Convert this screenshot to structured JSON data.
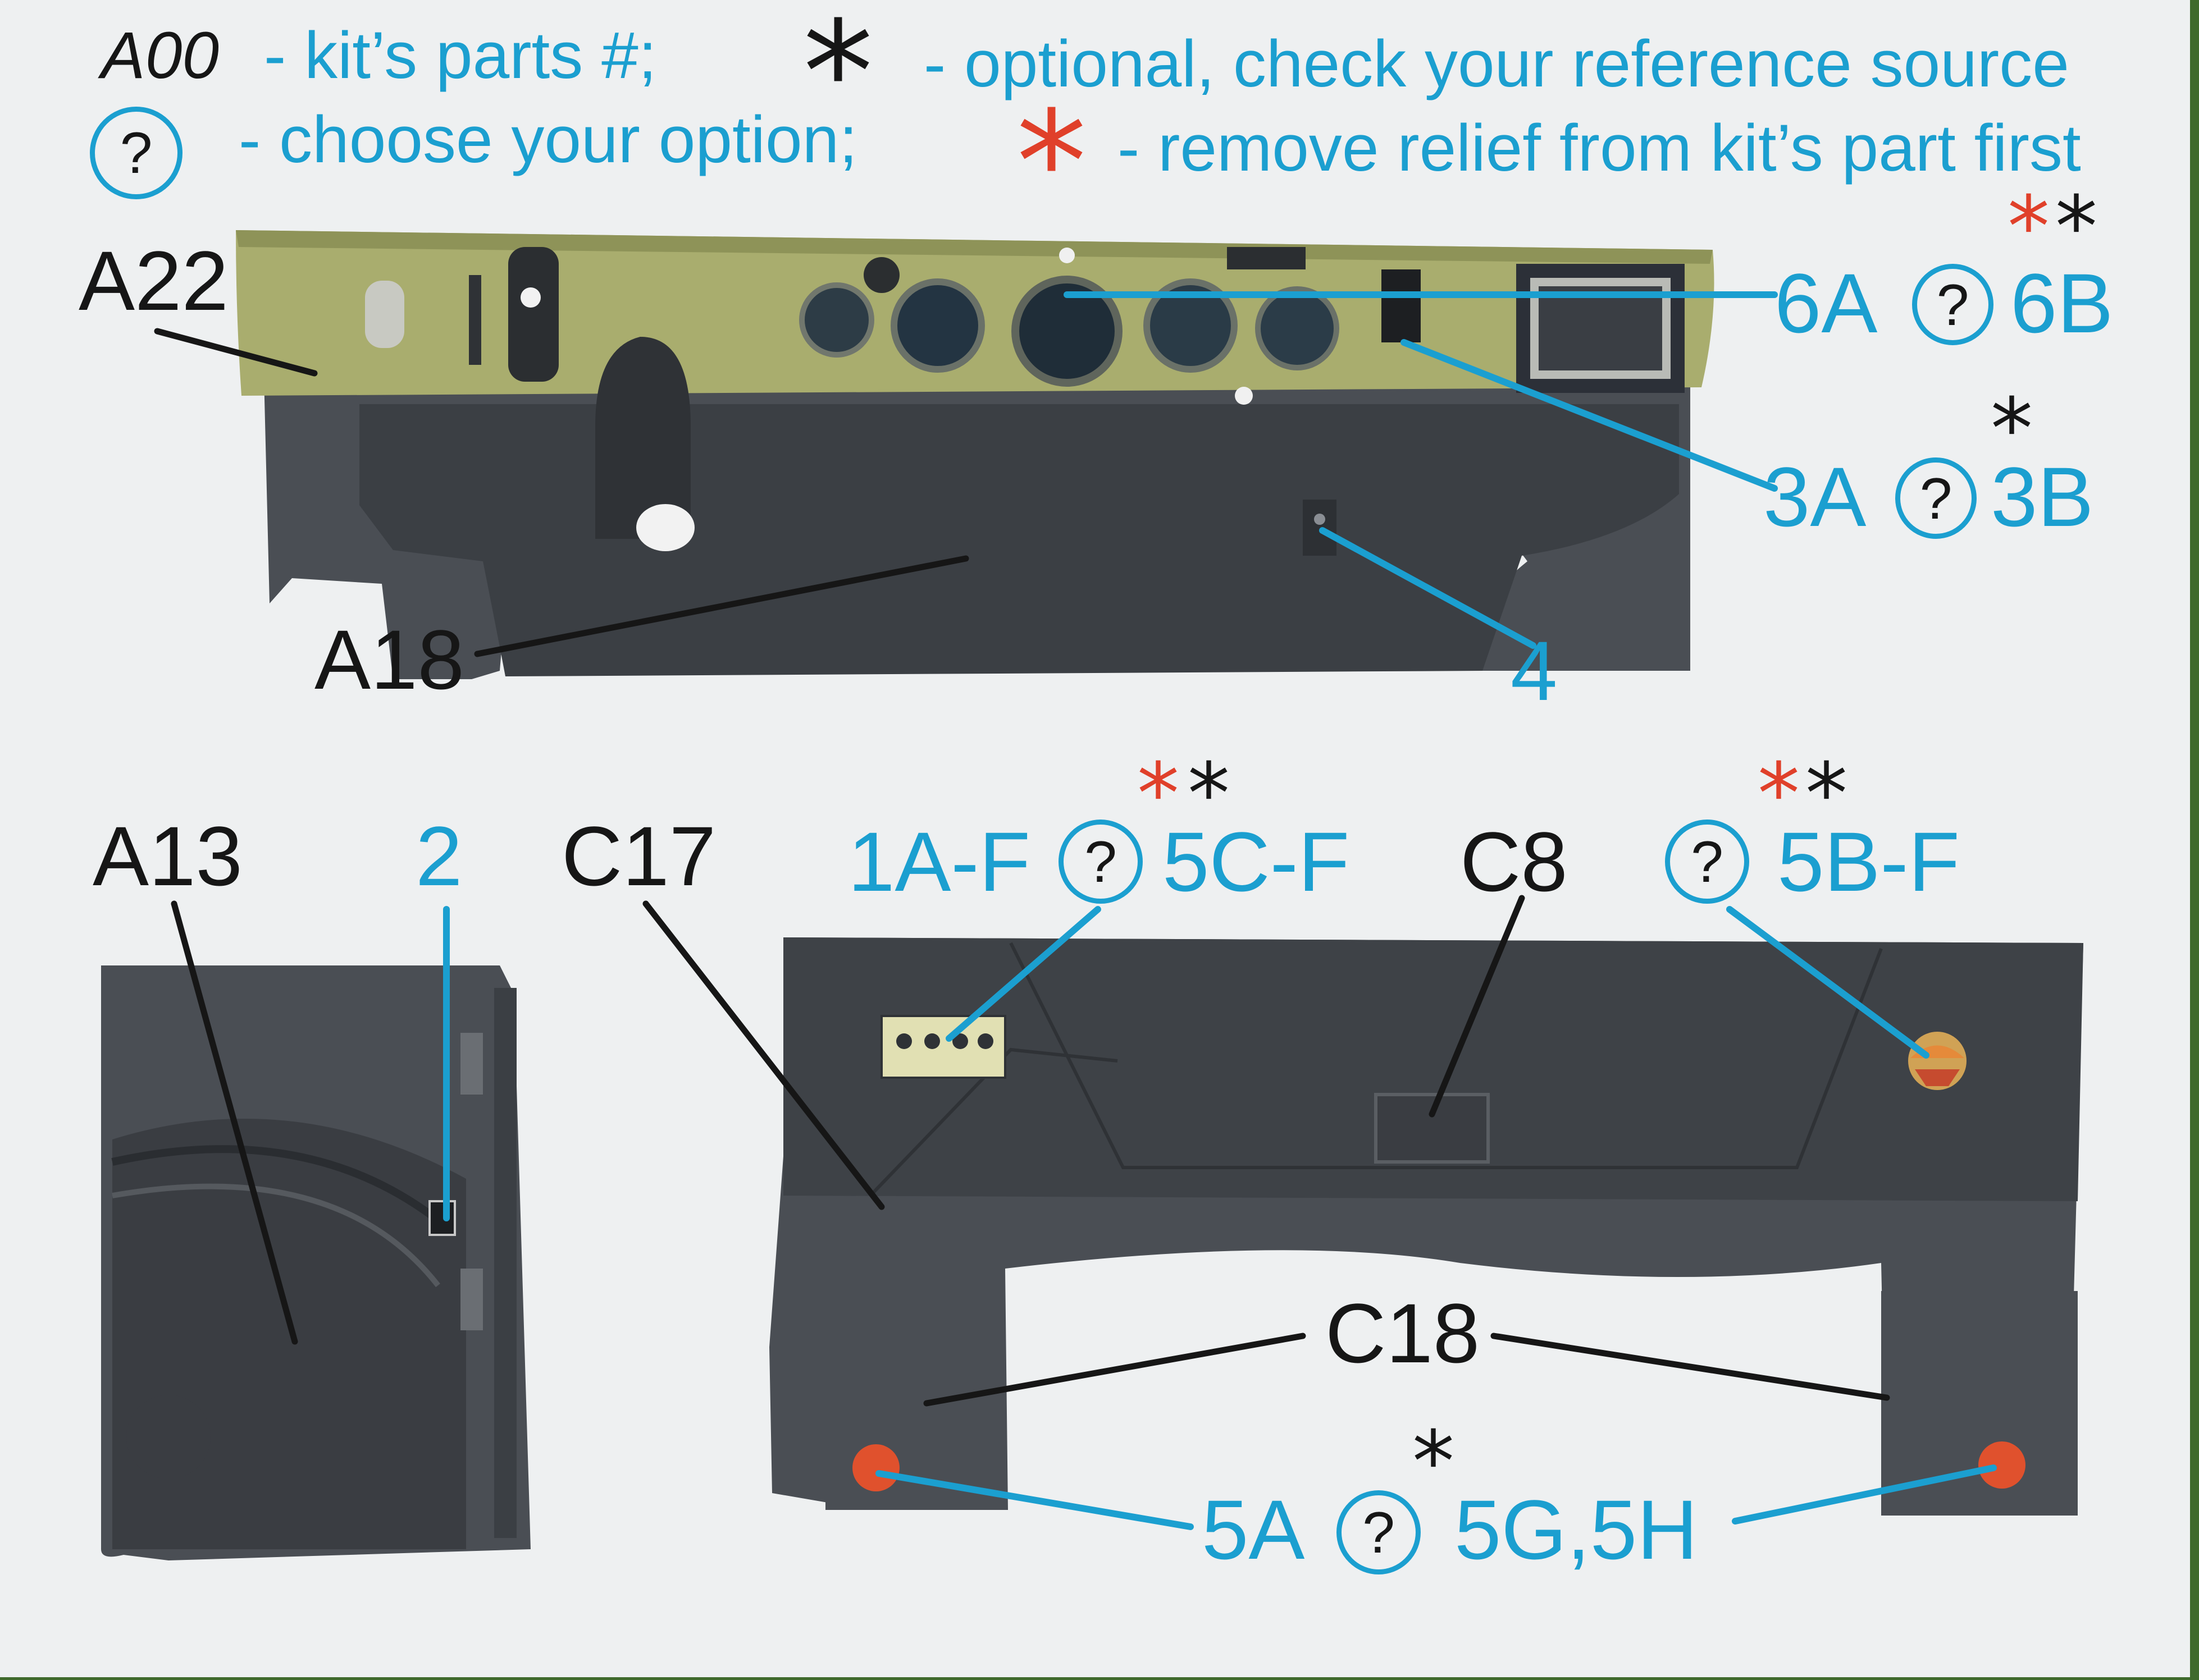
{
  "legend": {
    "parts_code": "A00",
    "parts_text": "- kit’s parts #;",
    "optional_text": "- optional, check your reference source",
    "choose_symbol": "?",
    "choose_text": "- choose your option;",
    "remove_text": "- remove relief from kit’s part first"
  },
  "symbols": {
    "question": "?",
    "star": "*"
  },
  "labels": {
    "a22": "A22",
    "a18": "A18",
    "a13": "A13",
    "c17": "C17",
    "c8": "C8",
    "c18": "C18",
    "opt_6a": "6A",
    "opt_6b": "6B",
    "opt_3a": "3A",
    "opt_3b": "3B",
    "num_4": "4",
    "num_2": "2",
    "opt_1af": "1A-F",
    "opt_5cf": "5C-F",
    "opt_5bf": "5B-F",
    "opt_5a": "5A",
    "opt_5g5h": "5G,5H"
  },
  "colors": {
    "callout_blue": "#1b9fd0",
    "label_black": "#161616",
    "remove_red": "#e0402a",
    "paper": "#f1f3f4",
    "instrument_panel": "#a9ad6e",
    "part_grey": "#4b4f55",
    "background_green": "#3f6a2c"
  }
}
